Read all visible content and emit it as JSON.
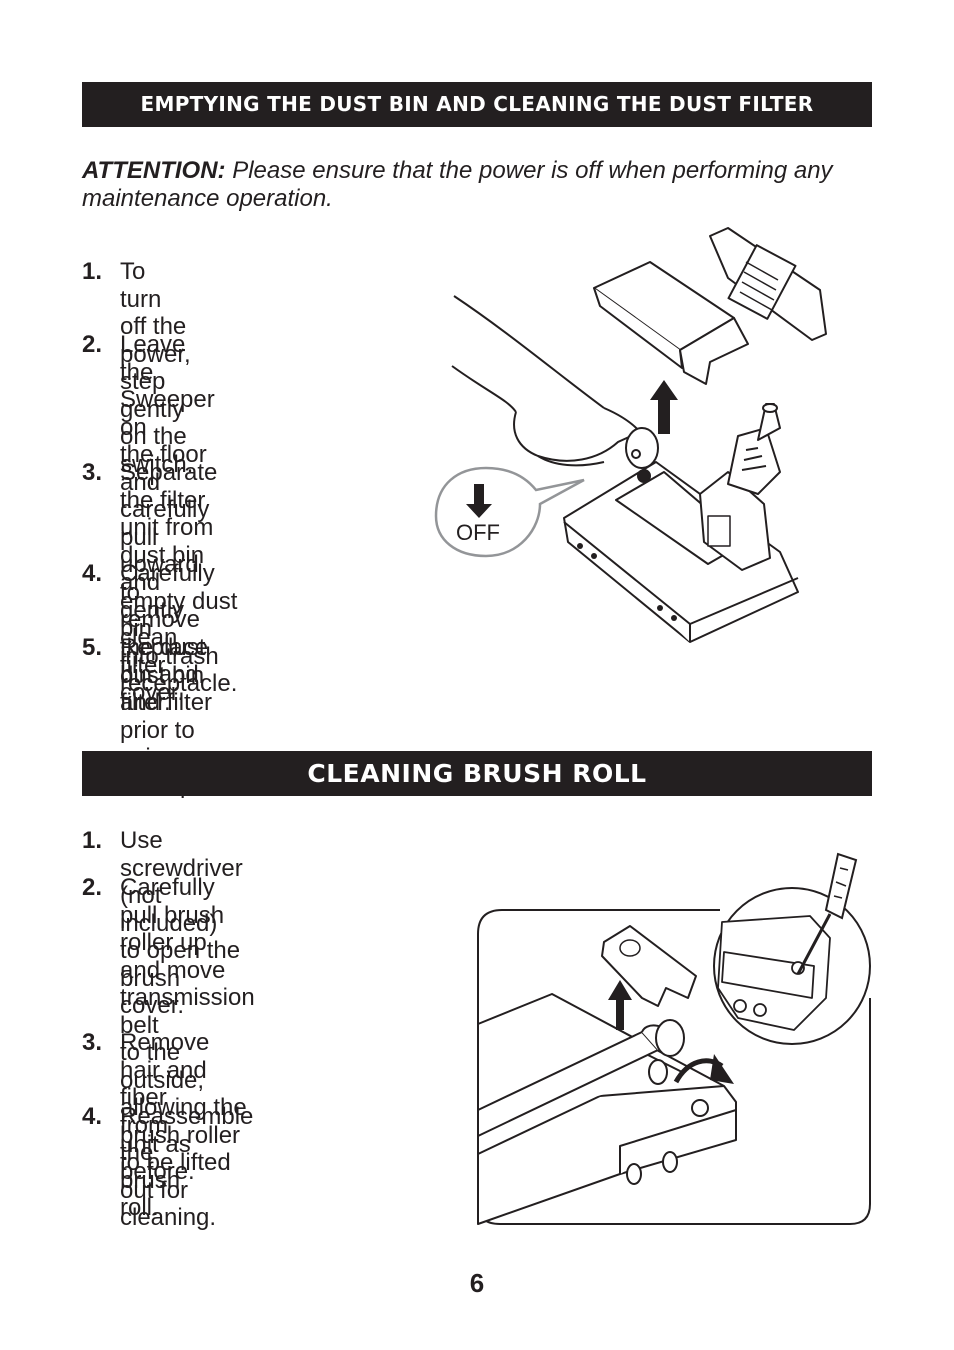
{
  "section1": {
    "heading": "EMPTYING THE DUST BIN AND CLEANING THE DUST FILTER",
    "attention_label": "ATTENTION:",
    "attention_text": "Please ensure that the power is off when performing any maintenance operation.",
    "steps": [
      {
        "num": "1.",
        "lines": [
          "To turn off the power, step",
          "gently on the switch."
        ]
      },
      {
        "num": "2.",
        "lines": [
          "Leave the Sweeper on",
          "the floor and carefully pull",
          "upward to remove the dust",
          "bin and filter."
        ]
      },
      {
        "num": "3.",
        "lines": [
          "Separate the filter unit from",
          "dust bin and gently clean",
          "filter cover."
        ]
      },
      {
        "num": "4.",
        "lines": [
          "Carefully empty dust bin",
          "into trash receptacle."
        ]
      },
      {
        "num": "5.",
        "lines": [
          "Replace dust bin and filter",
          "prior to using Sweeper."
        ]
      }
    ],
    "illustration_label": "OFF"
  },
  "section2": {
    "heading": "CLEANING BRUSH ROLL",
    "steps": [
      {
        "num": "1.",
        "lines": [
          "Use screwdriver (not included) to open the brush cover."
        ]
      },
      {
        "num": "2.",
        "lines": [
          "Carefully pull brush roller up",
          "and move transmission belt",
          "to the outside, allowing the",
          "brush roller to be lifted out for",
          "cleaning."
        ]
      },
      {
        "num": "3.",
        "lines": [
          "Remove hair and fiber from",
          "the brush roll."
        ]
      },
      {
        "num": "4.",
        "lines": [
          "Reassemble unit as before."
        ]
      }
    ]
  },
  "page_number": "6"
}
